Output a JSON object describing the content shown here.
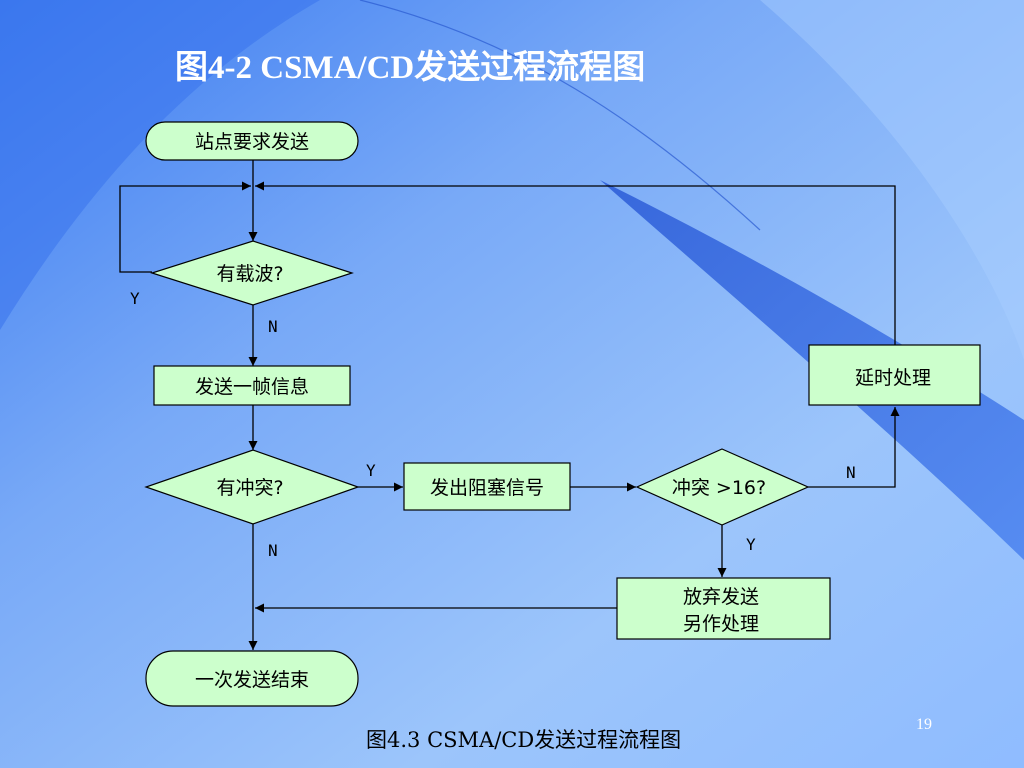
{
  "slide": {
    "title": "图4-2  CSMA/CD发送过程流程图",
    "caption": "图4.3 CSMA/CD发送过程流程图",
    "page_number": "19"
  },
  "colors": {
    "background_top": "#4a86ee",
    "background_light": "#8fbcff",
    "node_fill": "#ccffcc",
    "line": "#000000",
    "title_text": "#ffffff"
  },
  "nodes": {
    "start": "站点要求发送",
    "carrier_check": "有载波?",
    "send_frame": "发送一帧信息",
    "collision_check": "有冲突?",
    "jam_signal": "发出阻塞信号",
    "collision_count_check": "冲突 >16?",
    "delay": "延时处理",
    "abandon_line1": "放弃发送",
    "abandon_line2": "另作处理",
    "end": "一次发送结束"
  },
  "edge_labels": {
    "carrier_yes": "Y",
    "carrier_no": "N",
    "collision_yes": "Y",
    "collision_no": "N",
    "count_yes": "Y",
    "count_no": "N"
  }
}
